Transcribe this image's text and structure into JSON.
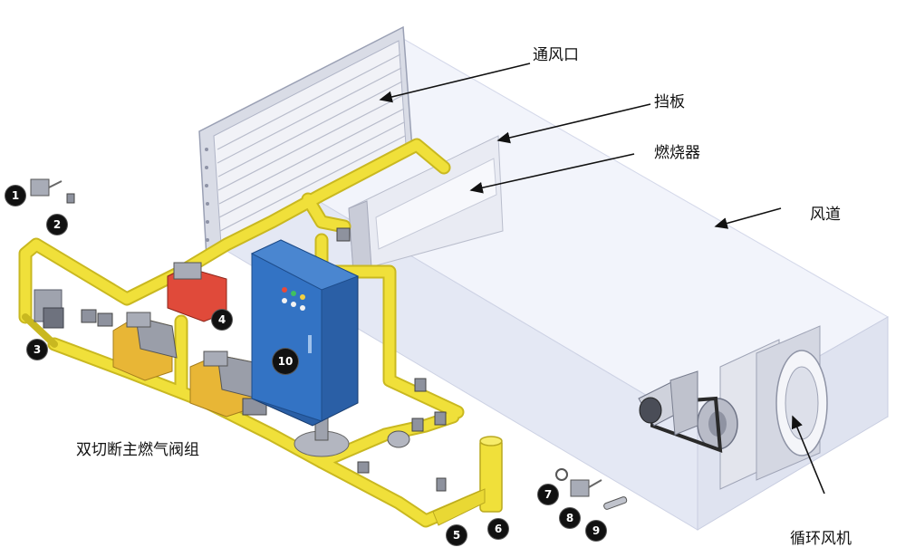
{
  "labels": {
    "vent": "通风口",
    "baffle": "挡板",
    "burner": "燃烧器",
    "duct": "风道",
    "valve_group": "双切断主燃气阀组",
    "fan": "循环风机"
  },
  "markers": [
    "1",
    "2",
    "3",
    "4",
    "5",
    "6",
    "7",
    "8",
    "9",
    "10"
  ],
  "colors": {
    "pipe": "#f0e03a",
    "pipe_shadow": "#c9b820",
    "duct": "#e6eaf6",
    "panel": "#2f6db8",
    "valve_body": "#e8b636",
    "red_unit": "#e04a3a"
  }
}
